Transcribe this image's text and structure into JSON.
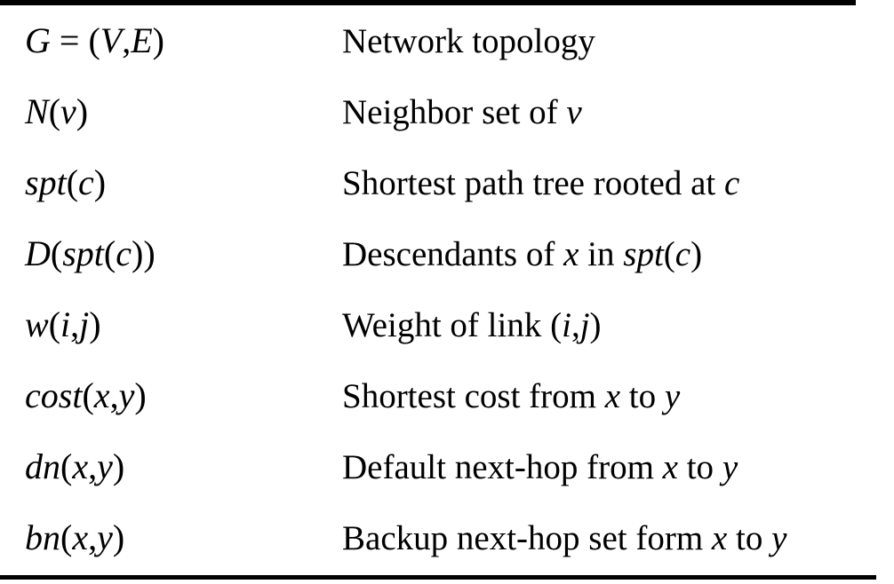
{
  "figure": {
    "kind": "notation-table",
    "rule_color": "#000000",
    "text_color": "#000000",
    "background": "#ffffff"
  },
  "rows": [
    {
      "symbol": "G = (V,E)",
      "description": "Network topology"
    },
    {
      "symbol": "N(v)",
      "description": "Neighbor set of v"
    },
    {
      "symbol": "spt(c)",
      "description": "Shortest path tree rooted at c"
    },
    {
      "symbol": "D(spt(c))",
      "description": "Descendants of x in spt(c)"
    },
    {
      "symbol": "w(i,j)",
      "description": "Weight of link (i,j)"
    },
    {
      "symbol": "cost(x,y)",
      "description": "Shortest cost from x to y"
    },
    {
      "symbol": "dn(x,y)",
      "description": "Default next-hop from x to y"
    },
    {
      "symbol": "bn(x,y)",
      "description": "Backup next-hop set form x to y"
    }
  ]
}
